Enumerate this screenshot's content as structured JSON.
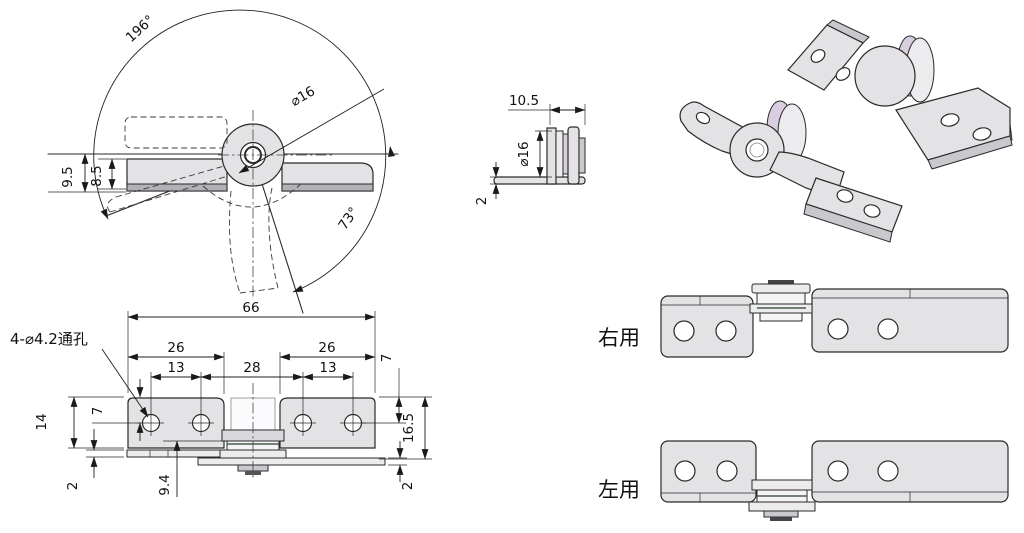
{
  "colors": {
    "background": "#ffffff",
    "line": "#2a2a2a",
    "part_fill": "#e3e3e6",
    "part_shadow": "#b2b2b6",
    "washer_tint": "#d9cde0"
  },
  "rotation_view": {
    "sweep_angle": "196°",
    "open_angle": "73°",
    "hub_diameter": "⌀16",
    "plate_height_total": "9.5",
    "plate_height": "8.5"
  },
  "side_view": {
    "width": "10.5",
    "disc_diameter": "⌀16",
    "thickness": "2"
  },
  "front_view": {
    "hole_note": "4-⌀4.2通孔",
    "overall_width": "66",
    "edge_to_hole_left": "26",
    "edge_to_hole_right": "26",
    "hole_pitch_left": "13",
    "center_span": "28",
    "hole_pitch_right": "13",
    "top_to_hole_left": "7",
    "top_to_hole_right": "7",
    "plate_height": "14",
    "overall_height": "16.5",
    "stack_height": "9.4",
    "base_thickness_left": "2",
    "base_thickness_right": "2"
  },
  "orientation_views": {
    "right_label": "右用",
    "left_label": "左用"
  }
}
